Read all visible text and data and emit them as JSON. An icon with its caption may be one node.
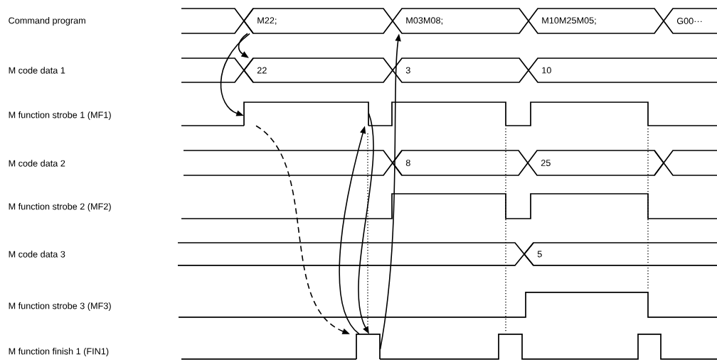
{
  "diagram": {
    "nodes": [
      {
        "text": [
          "M22;"
        ]
      },
      {
        "text": [
          "M03M08;"
        ]
      },
      {
        "text": [
          "M10M25M05;"
        ]
      },
      {
        "text": [
          "G00···"
        ]
      },
      {
        "text": [
          "22"
        ]
      },
      {
        "text": [
          "3"
        ]
      },
      {
        "text": [
          "10"
        ]
      },
      {
        "text": [],
        "shape": "pulse"
      },
      {
        "text": [
          "8"
        ]
      },
      {
        "text": [
          "25"
        ]
      },
      {
        "text": [
          "5"
        ]
      },
      {
        "text": [],
        "shape": "pulse"
      }
    ],
    "edges": [
      {
        "from": 0,
        "to": 4,
        "arrow": "to"
      },
      {
        "from": 0,
        "to": 7,
        "arrow": "to"
      },
      {
        "from": 7,
        "to": 11,
        "arrow": "to",
        "style": "dashed"
      },
      {
        "from": 11,
        "to": 7,
        "arrow": "to"
      },
      {
        "from": 7,
        "to": 11,
        "arrow": "to"
      },
      {
        "from": 11,
        "to": 1,
        "arrow": "to"
      }
    ],
    "labels": [
      "Command program",
      "M code data 1",
      "M function strobe 1 (MF1)",
      "M code data 2",
      "M function strobe 2 (MF2)",
      "M code data 3",
      "M function strobe 3 (MF3)",
      "M function finish 1 (FIN1)"
    ]
  }
}
